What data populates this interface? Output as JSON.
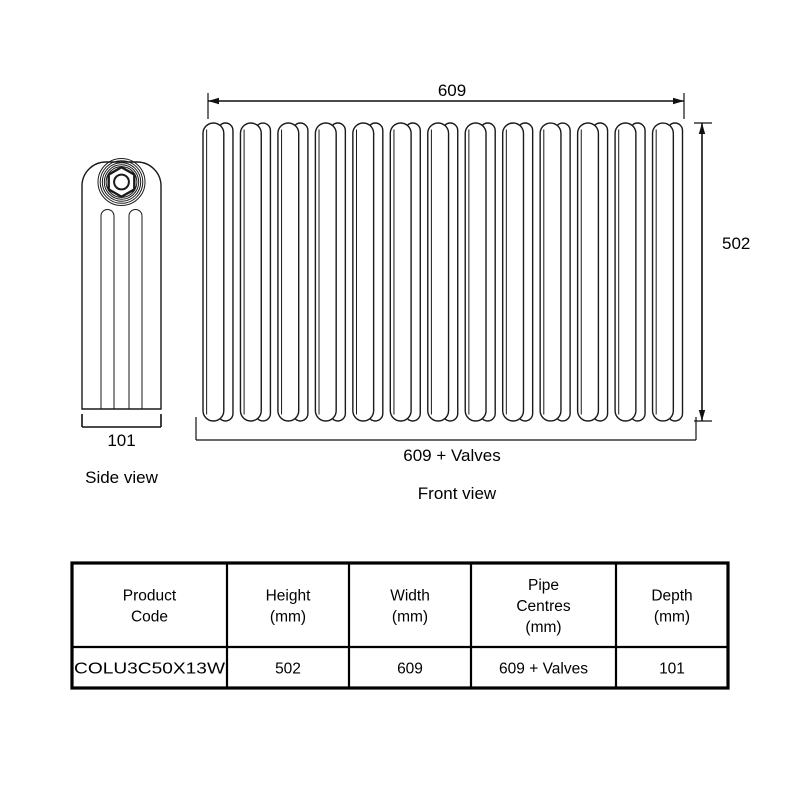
{
  "drawing": {
    "front_view": {
      "label": "Front view",
      "width_dim": "609",
      "height_dim": "502",
      "pipe_centres_dim": "609 + Valves",
      "section_count": 13,
      "columns_per_section": 3
    },
    "side_view": {
      "label": "Side view",
      "depth_dim": "101"
    },
    "line_color": "#1a1a1a",
    "background": "#ffffff"
  },
  "table": {
    "headers": [
      "Product\nCode",
      "Height\n(mm)",
      "Width\n(mm)",
      "Pipe\nCentres\n(mm)",
      "Depth\n(mm)"
    ],
    "headers_lines": [
      [
        "Product",
        "Code"
      ],
      [
        "Height",
        "(mm)"
      ],
      [
        "Width",
        "(mm)"
      ],
      [
        "Pipe",
        "Centres",
        "(mm)"
      ],
      [
        "Depth",
        "(mm)"
      ]
    ],
    "rows": [
      {
        "product_code": "COLU3C50X13W",
        "height": "502",
        "width": "609",
        "pipe_centres": "609 + Valves",
        "depth": "101"
      }
    ]
  }
}
